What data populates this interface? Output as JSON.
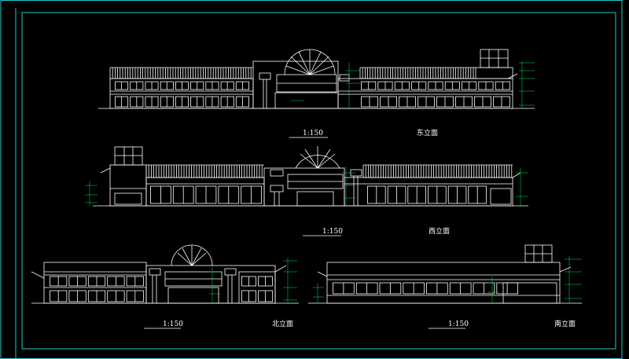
{
  "colors": {
    "background": "#000000",
    "frame": "#1fc9c9",
    "linework": "#ffffff",
    "dimension": "#00e060"
  },
  "elevations": [
    {
      "id": "east",
      "scale": "1:150",
      "title": "东立面"
    },
    {
      "id": "west",
      "scale": "1:150",
      "title": "西立面"
    },
    {
      "id": "north",
      "scale": "1:150",
      "title": "北立面"
    },
    {
      "id": "south",
      "scale": "1:150",
      "title": "南立面"
    }
  ]
}
